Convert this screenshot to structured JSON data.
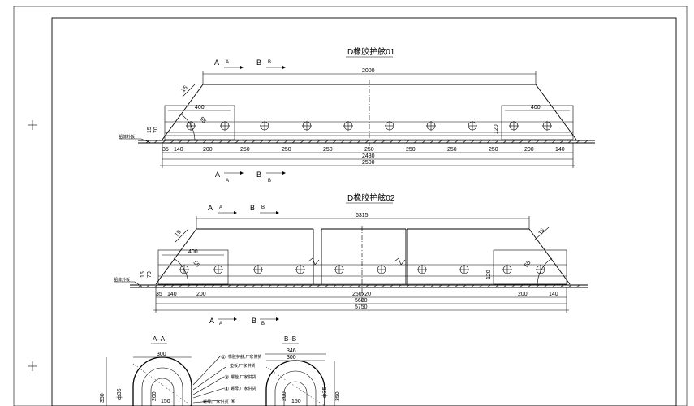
{
  "drawing1": {
    "title": "D橡胶护舷01",
    "sec_a": "A",
    "sec_b": "B",
    "overall_top": "2000",
    "overall_1": "2430",
    "overall_2": "2500",
    "spacing": [
      "35",
      "140",
      "200",
      "250",
      "250",
      "250",
      "250",
      "250",
      "250",
      "250",
      "200",
      "140"
    ],
    "end_len": "400",
    "chamfer": "15",
    "angle": "55",
    "height_1": "15",
    "height_2": "70",
    "hole_h": "120",
    "hull_label": "船体外板"
  },
  "drawing2": {
    "title": "D橡胶护舷02",
    "sec_a": "A",
    "sec_b": "B",
    "overall_top": "6315",
    "center_dim": "250x20",
    "overall_1": "5680",
    "overall_2": "5750",
    "spacing": [
      "35",
      "140",
      "200",
      "200",
      "140"
    ],
    "end_len": "400",
    "chamfer": "15",
    "angle": "55",
    "height_1": "15",
    "height_2": "70",
    "hole_h": "120",
    "hull_label": "船体外板"
  },
  "section_aa": {
    "title": "A–A",
    "width": "300",
    "height": "350",
    "dia": "ф35",
    "inner_h": "200",
    "inner_w": "150"
  },
  "section_bb": {
    "title": "B–B",
    "width_outer": "346",
    "width": "300",
    "height": "350",
    "dia": "ф35",
    "inner_h": "200",
    "inner_w": "150"
  },
  "callouts": [
    {
      "num": "①",
      "text": "橡胶护舷,厂家供货"
    },
    {
      "num": "",
      "text": "垫板,厂家供货"
    },
    {
      "num": "③",
      "text": "螺栓,厂家供货"
    },
    {
      "num": "④",
      "text": "螺母,厂家供货"
    },
    {
      "num": "⑥",
      "text": "螺母,厂家供货"
    }
  ]
}
